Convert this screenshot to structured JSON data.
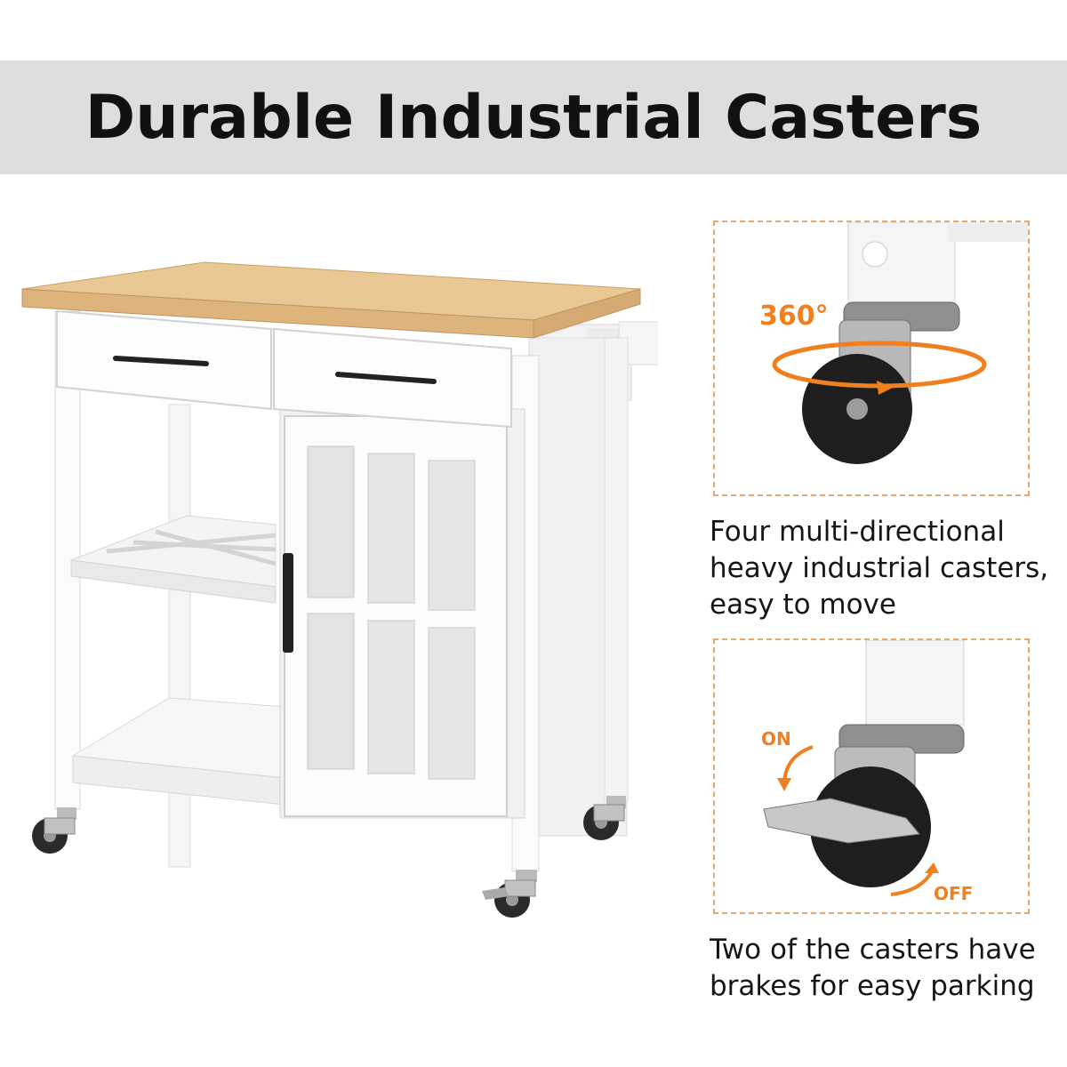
{
  "banner": {
    "title": "Durable Industrial Casters"
  },
  "panels": [
    {
      "rotation_label": "360°",
      "caption_lines": [
        "Four multi-directional",
        "heavy industrial casters,",
        "easy to move"
      ]
    },
    {
      "brake_on_label": "ON",
      "brake_off_label": "OFF",
      "caption_lines": [
        "Two of the casters have",
        "brakes for easy parking"
      ]
    }
  ],
  "colors": {
    "banner_bg": "#dedede",
    "accent_orange": "#f07f1f",
    "panel_border": "#e9a66a",
    "wood_top": "#e9c893"
  }
}
